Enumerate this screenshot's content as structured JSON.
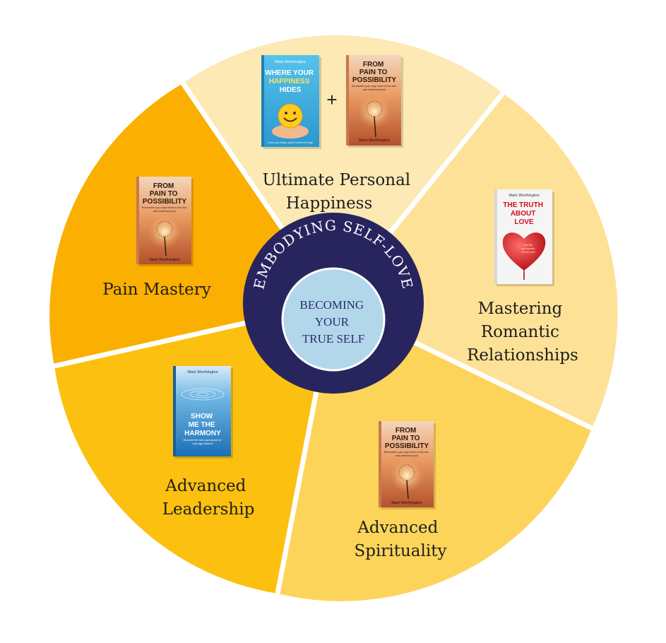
{
  "center": {
    "ring_text": "EMBODYING SELF-LOVE",
    "inner_lines": [
      "BECOMING",
      "YOUR",
      "TRUE SELF"
    ]
  },
  "segments": [
    {
      "label_lines": [
        "Ultimate Personal",
        "Happiness"
      ],
      "color": "#fce9b3"
    },
    {
      "label_lines": [
        "Mastering",
        "Romantic",
        "Relationships"
      ],
      "color": "#fde196"
    },
    {
      "label_lines": [
        "Advanced",
        "Spirituality"
      ],
      "color": "#fdd45a"
    },
    {
      "label_lines": [
        "Advanced",
        "Leadership"
      ],
      "color": "#fcc010"
    },
    {
      "label_lines": [
        "Pain Mastery"
      ],
      "color": "#fbaf00"
    }
  ],
  "books": {
    "happiness": {
      "author": "Mark Worthington",
      "title_lines": [
        "WHERE YOUR",
        "HAPPINESS",
        "HIDES"
      ],
      "tagline": "Once you know, you'll never let it go!"
    },
    "pain": {
      "author": "Mark Worthington",
      "title_lines": [
        "FROM",
        "PAIN TO",
        "POSSIBILITY"
      ],
      "subtitle_lines": [
        "Remember your way home to the true",
        "and advanced you!"
      ]
    },
    "love": {
      "author": "Mark Worthington",
      "title_lines": [
        "THE TRUTH",
        "ABOUT",
        "LOVE"
      ],
      "subtitle_lines": [
        "And the",
        "sad secrets",
        "of true love!"
      ]
    },
    "harmony": {
      "author": "Mark Worthington",
      "title_lines": [
        "SHOW",
        "ME THE",
        "HARMONY"
      ],
      "subtitle_lines": [
        "Discover the true superpower of",
        "new-age leaders!"
      ]
    }
  },
  "plus_sign": "+",
  "colors": {
    "ring": "#27245e",
    "inner_circle": "#b2d7ea",
    "separator": "#ffffff"
  }
}
